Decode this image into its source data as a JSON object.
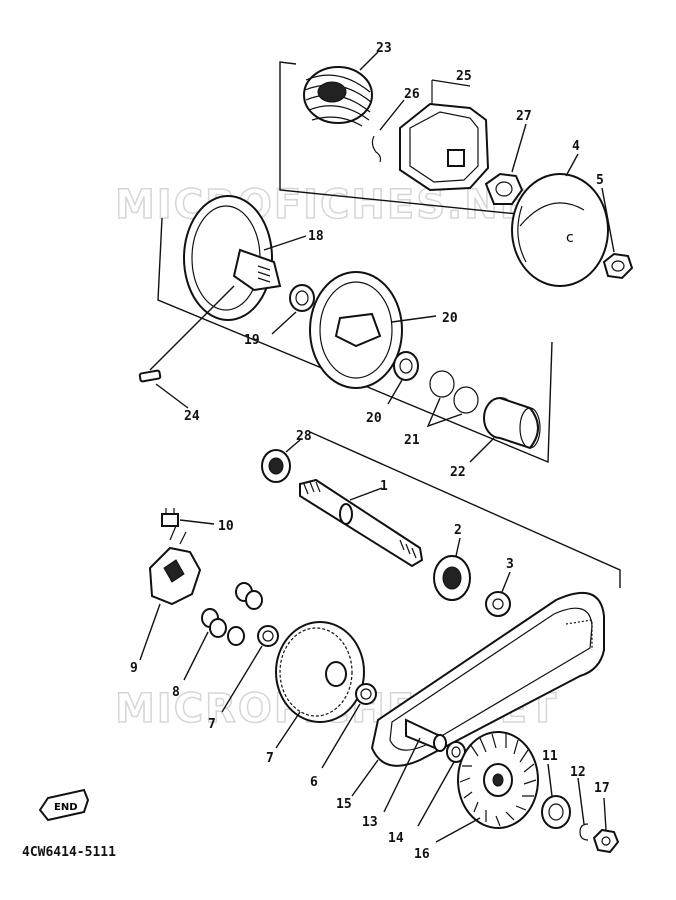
{
  "diagram": {
    "drawing_code": "4CW6414-5111",
    "watermark_text": "MICROFICHES.NET",
    "end_badge": "END",
    "callouts": [
      {
        "id": "23",
        "text": "23"
      },
      {
        "id": "25",
        "text": "25"
      },
      {
        "id": "26",
        "text": "26"
      },
      {
        "id": "27",
        "text": "27"
      },
      {
        "id": "4",
        "text": "4"
      },
      {
        "id": "5",
        "text": "5"
      },
      {
        "id": "18",
        "text": "18"
      },
      {
        "id": "19",
        "text": "19"
      },
      {
        "id": "20a",
        "text": "20"
      },
      {
        "id": "20b",
        "text": "20"
      },
      {
        "id": "21",
        "text": "21"
      },
      {
        "id": "22",
        "text": "22"
      },
      {
        "id": "24",
        "text": "24"
      },
      {
        "id": "28",
        "text": "28"
      },
      {
        "id": "1",
        "text": "1"
      },
      {
        "id": "2",
        "text": "2"
      },
      {
        "id": "3",
        "text": "3"
      },
      {
        "id": "10",
        "text": "10"
      },
      {
        "id": "9",
        "text": "9"
      },
      {
        "id": "8",
        "text": "8"
      },
      {
        "id": "7a",
        "text": "7"
      },
      {
        "id": "7b",
        "text": "7"
      },
      {
        "id": "6",
        "text": "6"
      },
      {
        "id": "15",
        "text": "15"
      },
      {
        "id": "13",
        "text": "13"
      },
      {
        "id": "14",
        "text": "14"
      },
      {
        "id": "16",
        "text": "16"
      },
      {
        "id": "11",
        "text": "11"
      },
      {
        "id": "12",
        "text": "12"
      },
      {
        "id": "17",
        "text": "17"
      }
    ]
  }
}
